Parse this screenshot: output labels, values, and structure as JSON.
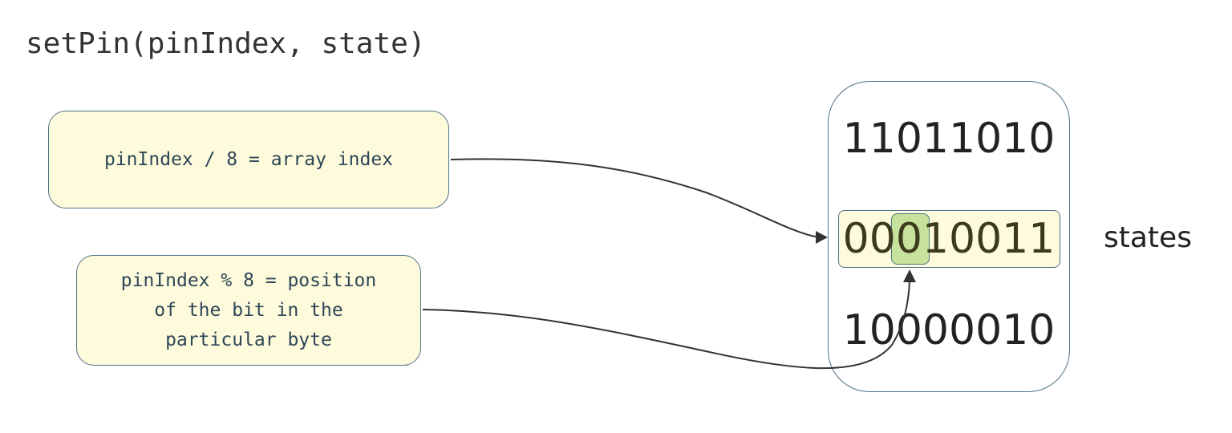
{
  "diagram": {
    "title": "setPin(pinIndex, state)",
    "notes": [
      {
        "id": "array-index",
        "lines": [
          "pinIndex / 8 = array index"
        ]
      },
      {
        "id": "bit-position",
        "lines": [
          "pinIndex % 8 = position",
          "of the bit in the",
          "particular byte"
        ]
      }
    ],
    "array": {
      "label": "states",
      "bytes": [
        "11011010",
        "00010011",
        "10000010"
      ],
      "highlighted_byte_index": 1,
      "highlighted_bit_index": 2
    },
    "connections": [
      {
        "from": "array-index",
        "to": "highlighted-byte"
      },
      {
        "from": "bit-position",
        "to": "highlighted-bit"
      }
    ],
    "colors": {
      "note_fill": "#fdfbdc",
      "border": "#4f7287",
      "bit_highlight": "#c6e29c",
      "arrow": "#333333"
    }
  }
}
